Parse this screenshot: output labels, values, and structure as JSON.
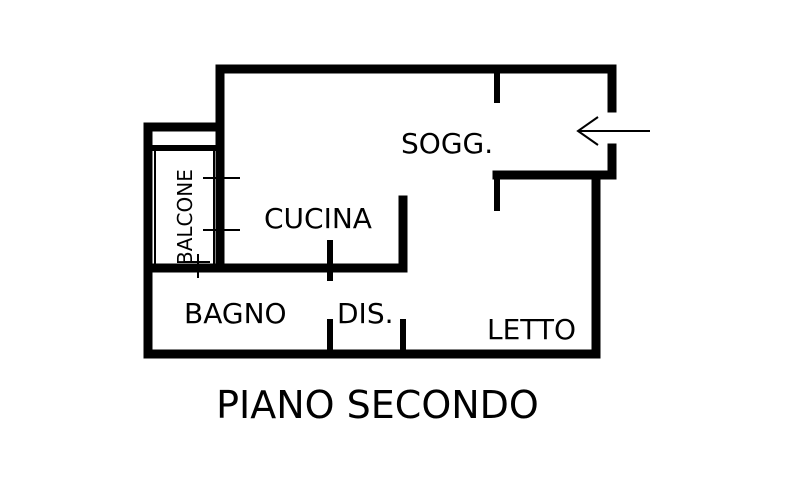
{
  "rooms": {
    "sogg": "SOGG.",
    "cucina": "CUCINA",
    "balcone": "BALCONE",
    "bagno": "BAGNO",
    "dis": "DIS.",
    "letto": "LETTO"
  },
  "floor_title": "PIANO SECONDO",
  "icons": {
    "entrance": "arrow-left-icon"
  }
}
